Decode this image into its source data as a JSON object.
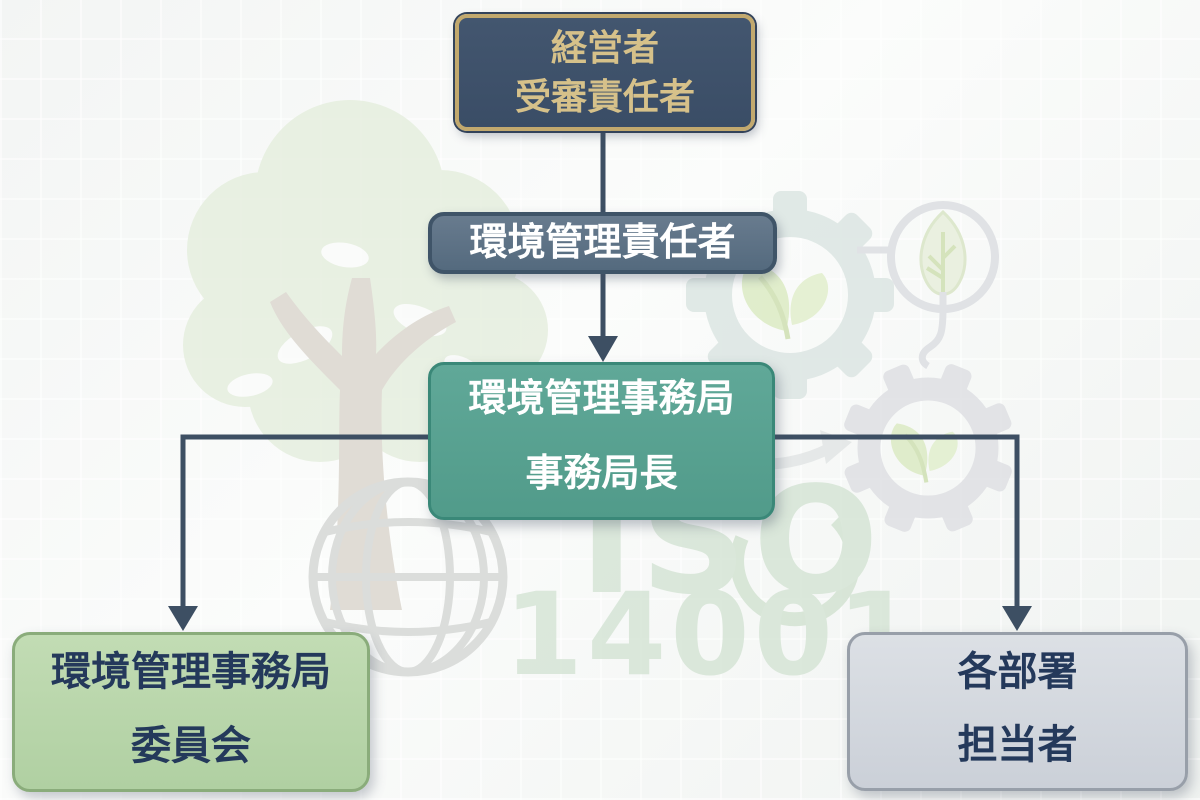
{
  "diagram": {
    "type": "org-chart",
    "nodes": {
      "management": {
        "line1": "経営者",
        "line2": "受審責任者"
      },
      "env_manager": {
        "label": "環境管理責任者"
      },
      "secretariat": {
        "line1": "環境管理事務局",
        "line2": "事務局長"
      },
      "committee": {
        "line1": "環境管理事務局",
        "line2": "委員会"
      },
      "departments": {
        "line1": "各部署",
        "line2": "担当者"
      }
    },
    "edges": [
      {
        "from": "management",
        "to": "env_manager",
        "arrow": false
      },
      {
        "from": "env_manager",
        "to": "secretariat",
        "arrow": true
      },
      {
        "from": "secretariat",
        "to": "committee",
        "arrow": true
      },
      {
        "from": "secretariat",
        "to": "departments",
        "arrow": true
      }
    ]
  },
  "watermark": {
    "iso_text": "ISO",
    "iso_number": "14001",
    "icons": [
      "tree-icon",
      "gear-leaf-icon",
      "leaf-circle-icon",
      "gear-leaf-icon",
      "globe-icon"
    ]
  },
  "colors": {
    "management_fill": "#3d4f66",
    "management_border": "#c2a96e",
    "management_text": "#d6c18a",
    "env_manager_fill": "#5d7183",
    "secretariat_fill": "#57a291",
    "committee_fill": "#b9d6ab",
    "departments_fill": "#d3d7dd",
    "node_dark_text": "#24395b",
    "connector": "#3d4f63",
    "watermark_green": "#d6e5d6"
  }
}
